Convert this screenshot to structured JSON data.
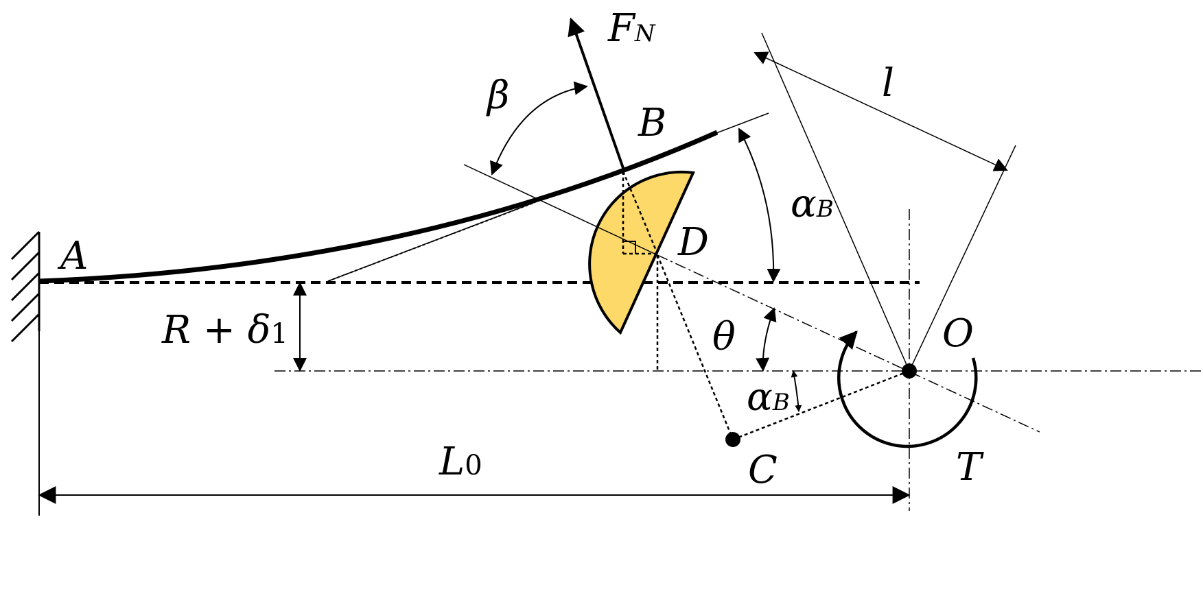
{
  "labels": {
    "point_a": "A",
    "point_b": "B",
    "point_c": "C",
    "point_d": "D",
    "point_o": "O",
    "force_main": "F",
    "force_sub": "N",
    "length_l": "l",
    "angle_beta": "β",
    "angle_theta": "θ",
    "alpha_main": "α",
    "alpha_sub": "B",
    "offset_main": "R + δ",
    "offset_sub": "1",
    "span_main": "L",
    "span_sub": "0",
    "torque": "T"
  },
  "colors": {
    "line": "#000000",
    "cam_fill": "#FDD96A"
  }
}
